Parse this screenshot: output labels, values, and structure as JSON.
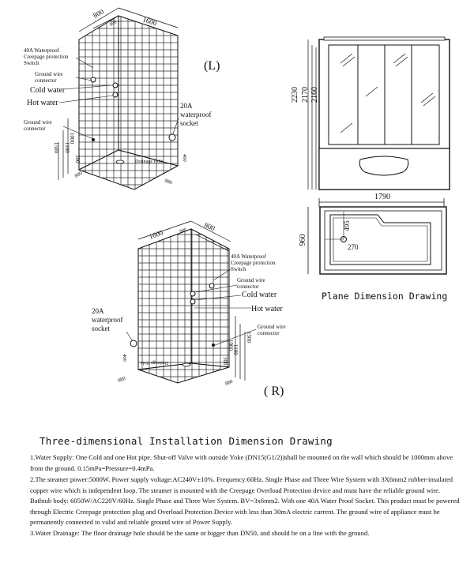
{
  "view_l": {
    "tag": "(L)",
    "dims": {
      "top_a": "800",
      "top_b": "800",
      "top_c": "1600",
      "h1000": "1000",
      "h1100": "1100",
      "h1500": "1500",
      "h300": "300",
      "base_880": "880",
      "base_400": "400",
      "base_880b": "880"
    },
    "labels": {
      "creepage": [
        "40A Waterproof",
        "Creepage protection",
        "Switch"
      ],
      "ground_top": [
        "Ground wire",
        "connector"
      ],
      "cold": "Cold water",
      "hot": "Hot water",
      "ground_bottom": [
        "Ground wire",
        "connector"
      ],
      "socket": [
        "20A",
        "waterproof",
        "socket"
      ],
      "drain": "Drainage Hole"
    }
  },
  "view_r": {
    "tag": "( R)",
    "dims": {
      "top_a": "800",
      "top_b": "800",
      "top_c": "1600",
      "h1000": "1000",
      "h1100": "1100",
      "h1500": "1500",
      "h300": "300",
      "base_880": "880",
      "base_400": "400",
      "base_880b": "880"
    },
    "labels": {
      "creepage": [
        "40A Waterproof",
        "Creepage protection",
        "Switch"
      ],
      "ground_top": [
        "Ground wire",
        "connector"
      ],
      "cold": "Cold water",
      "hot": "Hot water",
      "ground_bottom": [
        "Ground wire",
        "connector"
      ],
      "socket": [
        "20A",
        "waterproof",
        "socket"
      ],
      "drain": "Drainage Hole"
    }
  },
  "front_elevation": {
    "h2230": "2230",
    "h2170": "2170",
    "h2160": "2160"
  },
  "plane": {
    "width": "1790",
    "depth": "960",
    "d495": "495",
    "d270": "270",
    "title": "Plane Dimension Drawing"
  },
  "heading": "Three-dimensional Installation Dimension Drawing",
  "notes": [
    "1.Water Supply: One Cold and one Hot pipe. Shut-off Valve with outside Yoke (DN15(G1/2))shall be mounted on the wall which should be 1000mm above from the ground. 0.15mPa=Pressure=0.4mPa.",
    "2.The steamer power:5000W. Power supply voltage:AC240V±10%. Frequency:60Hz. Single Phase and Three Wire System with 3X6mm2 rubber-insulated copper wire which is independent loop. The steamer is mounted with the Creepage Overload Protection device and must have the reliable ground wire. Bathtub body: 6050W/AC220V/60Hz. Single Phase and Three Wire System. BV=3x6mm2. With one 40A Water Proof Socket. This product must be powered through Electric Creepage protection plug and Overload Protection Device with less than 30mA electric current. The ground wire of appliance must be permanently connected to valid and reliable ground wire of Power Supply.",
    "3.Water Drainage: The floor drainage hole should be the same or bigger than DN50, and should be on a line with the ground."
  ]
}
